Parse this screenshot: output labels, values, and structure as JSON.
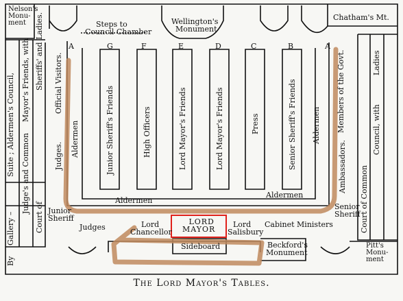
{
  "caption": "The Lord Mayor's Tables.",
  "landmarks": {
    "nelsons_monument": [
      "Nelson's",
      "Monu-",
      "ment"
    ],
    "steps": [
      "Steps to",
      "Council Chamber"
    ],
    "wellingtons_monument": [
      "Wellington's",
      "Monument"
    ],
    "chathams_monument": "Chatham's Mt.",
    "beckfords_monument": [
      "Beckford's",
      "Monument"
    ],
    "pitts_monument": [
      "Pitt's",
      "Monu-",
      "ment"
    ],
    "sideboard": "Sideboard",
    "lord_mayor": [
      "LORD",
      "MAYOR"
    ]
  },
  "column_letters": [
    "A",
    "G",
    "F",
    "E",
    "D",
    "C",
    "B",
    "A"
  ],
  "tables": [
    "Aldermen",
    "Junior Sheriff's Friends",
    "High Officers",
    "Lord Mayor's Friends",
    "Lord Mayor's Friends",
    "Press",
    "Senior Sheriff's Friends",
    "Aldermen"
  ],
  "aldermen_row": [
    "Aldermen",
    "Aldermen"
  ],
  "left_wall": {
    "by": "By",
    "gallery": "Gallery –",
    "court_of": "Court of",
    "judges_suite": [
      "Judge's",
      "and",
      "Common"
    ],
    "suite": [
      "Suite ;",
      "Aldermen's",
      "Council,"
    ],
    "mayors": [
      "Mayor's",
      "Friends,",
      "with"
    ],
    "sheriffs": [
      "Sheriffs'",
      "and",
      "Ladies."
    ],
    "official_visitors": "Official Visitors.",
    "judges": "Judges."
  },
  "right_wall": {
    "members": "Members of the Govt.",
    "ambassadors": "Ambassadors.",
    "court_of_common": [
      "Court of",
      "Common",
      "Council,",
      "with",
      "Ladies"
    ]
  },
  "bottom_labels": {
    "junior_sheriff": [
      "Junior",
      "Sheriff"
    ],
    "senior_sheriff": [
      "Senior",
      "Sheriff"
    ],
    "judges": "Judges",
    "lord_chancellor": [
      "Lord",
      "Chancellor"
    ],
    "lord_salisbury": [
      "Lord",
      "Salisbury"
    ],
    "cabinet_ministers": "Cabinet Ministers"
  },
  "colors": {
    "ink": "#111111",
    "highlight": "#c08a5e",
    "box": "#e0201a",
    "paper": "#f7f7f4"
  }
}
